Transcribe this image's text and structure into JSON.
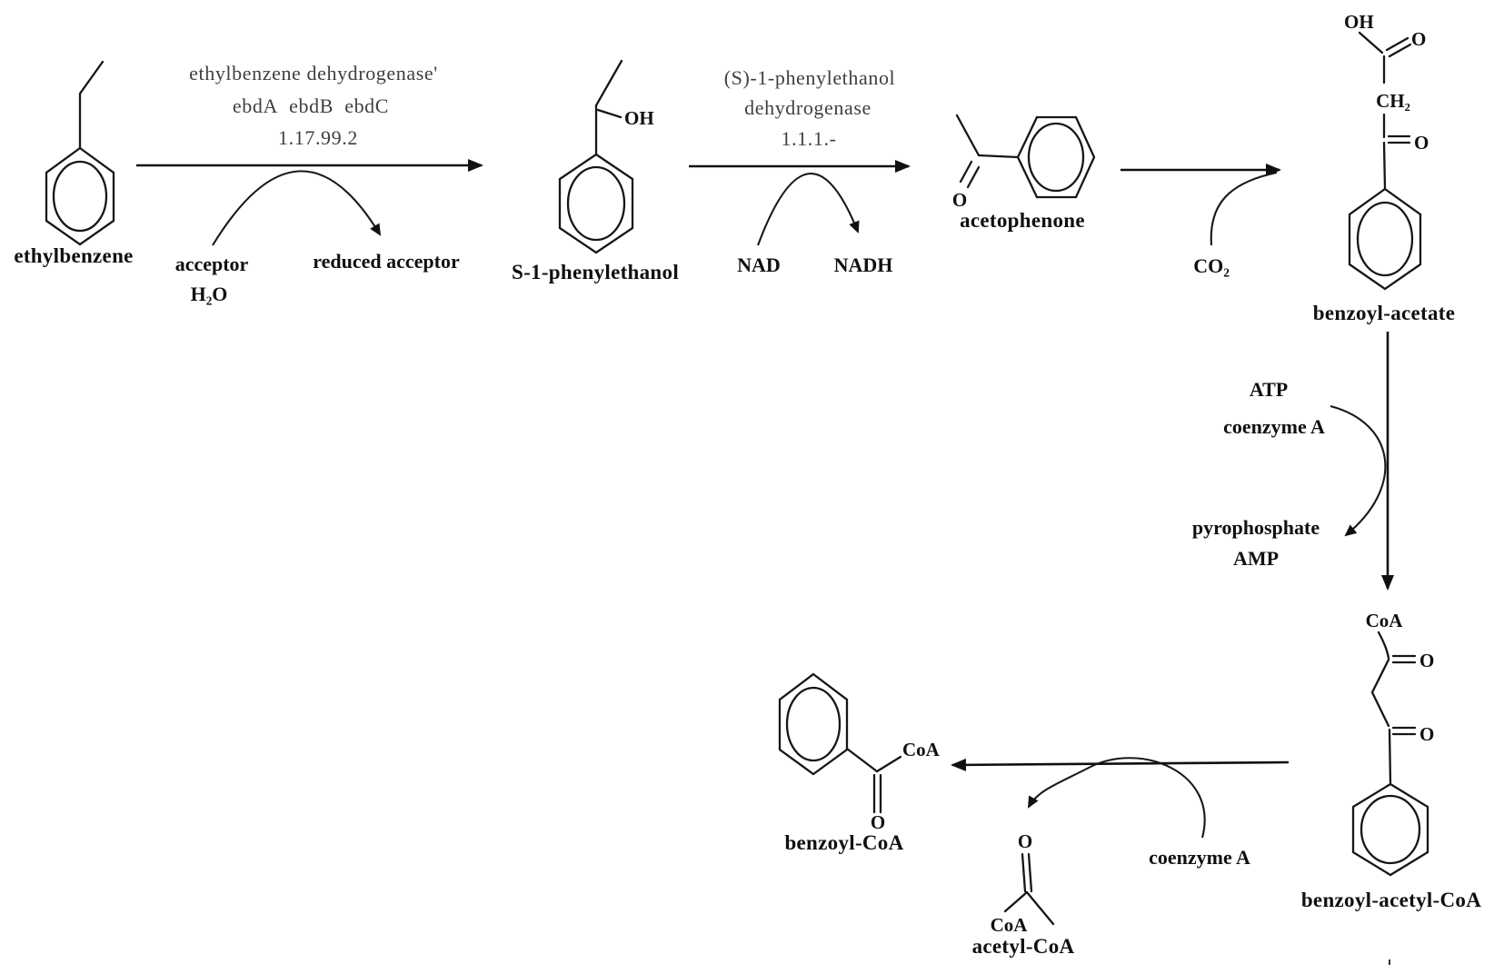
{
  "colors": {
    "ink": "#111111",
    "enzyme_text": "#3f3f3f",
    "background": "#ffffff"
  },
  "pathway": {
    "compound_labels": {
      "ethylbenzene": "ethylbenzene",
      "s1_phenylethanol": "S-1-phenylethanol",
      "acetophenone": "acetophenone",
      "benzoyl_acetate": "benzoyl-acetate",
      "benzoyl_acetyl_coa": "benzoyl-acetyl-CoA",
      "benzoyl_coa": "benzoyl-CoA",
      "acetyl_coa": "acetyl-CoA"
    },
    "step1": {
      "enzyme": "ethylbenzene dehydrogenase'",
      "genes": "ebdA  ebdB  ebdC",
      "ec_number": "1.17.99.2",
      "cosubstrate1": "acceptor",
      "cosubstrate2": "H₂O",
      "coproduct": "reduced acceptor"
    },
    "step2": {
      "enzyme_line1": "(S)-1-phenylethanol",
      "enzyme_line2": "dehydrogenase",
      "ec_number": "1.1.1.-",
      "cosubstrate": "NAD",
      "coproduct": "NADH"
    },
    "step3": {
      "cosubstrate": "CO₂"
    },
    "step4": {
      "cosubstrate1": "ATP",
      "cosubstrate2": "coenzyme A",
      "coproduct1": "pyrophosphate",
      "coproduct2": "AMP"
    },
    "step5": {
      "cosubstrate": "coenzyme A"
    },
    "atom_labels": {
      "oh": "OH",
      "o": "O",
      "ch2": "CH₂",
      "coa": "CoA"
    }
  }
}
